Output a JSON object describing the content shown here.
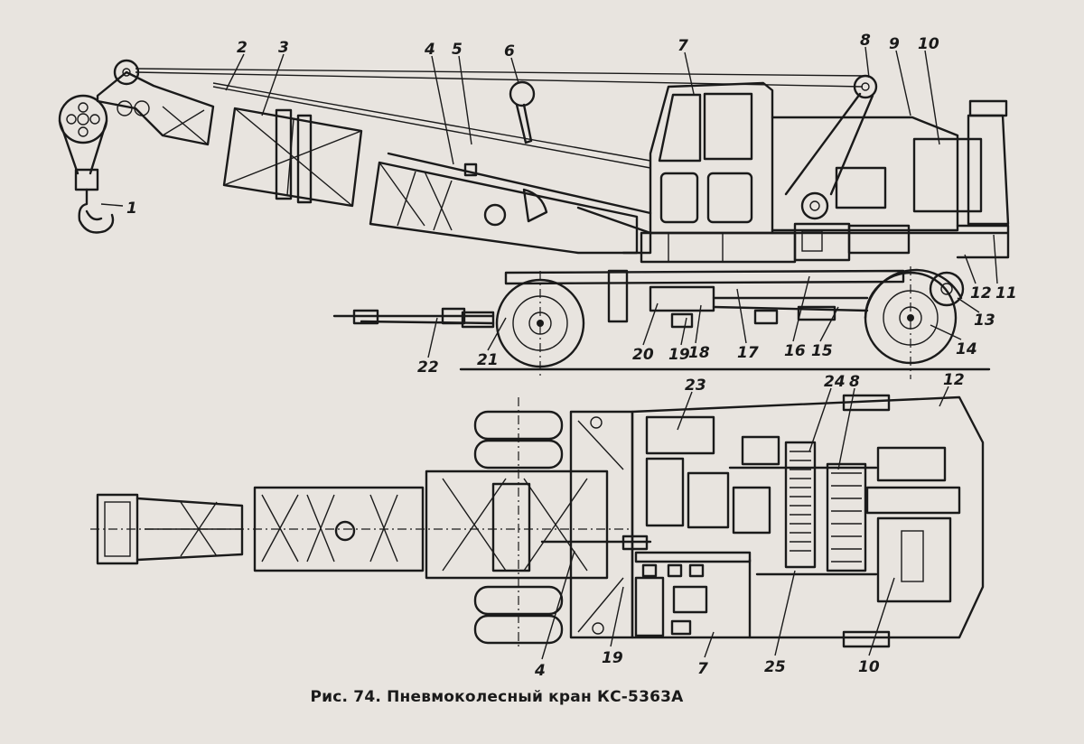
{
  "caption": "Рис. 74. Пневмоколесный кран КС-5363А",
  "side_view_labels": [
    "1",
    "2",
    "3",
    "4",
    "5",
    "6",
    "7",
    "8",
    "9",
    "10",
    "11",
    "12",
    "13",
    "14",
    "15",
    "16",
    "17",
    "18",
    "19",
    "20",
    "21",
    "22"
  ],
  "plan_view_labels": [
    "23",
    "24",
    "8",
    "12",
    "4",
    "19",
    "7",
    "25",
    "10"
  ]
}
